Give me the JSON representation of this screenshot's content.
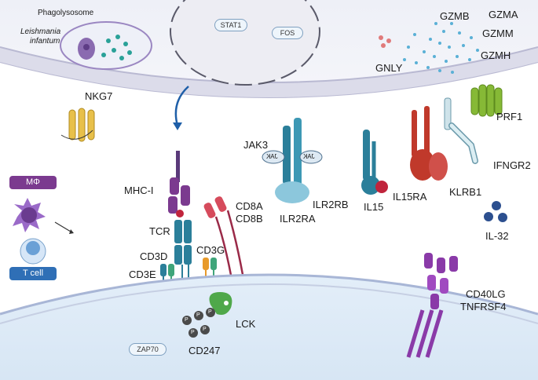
{
  "labels": {
    "phagolysosome": "Phagolysosome",
    "leishmania_line1": "Leishmania",
    "leishmania_line2": "infantum",
    "stat1": "STAT1",
    "fos": "FOS",
    "gzmb": "GZMB",
    "gzma": "GZMA",
    "gzmm": "GZMM",
    "gzmh": "GZMH",
    "gnly": "GNLY",
    "nkg7": "NKG7",
    "prf1": "PRF1",
    "jak3": "JAK3",
    "jak_box": "JAK",
    "mhc_i": "MHC-I",
    "mphi": "MΦ",
    "t_cell": "T cell",
    "tcr": "TCR",
    "cd8a": "CD8A",
    "cd8b": "CD8B",
    "il2rb": "ILR2RB",
    "il2ra": "ILR2RA",
    "il15": "IL15",
    "il15ra": "IL15RA",
    "klrb1": "KLRB1",
    "ifngr2": "IFNGR2",
    "il32": "IL-32",
    "cd3d": "CD3D",
    "cd3g": "CD3G",
    "cd3e": "CD3E",
    "lck": "LCK",
    "zap70": "ZAP70",
    "cd247": "CD247",
    "cd40lg": "CD40LG",
    "tnfrsf4": "TNFRSF4",
    "p": "P"
  },
  "colors": {
    "membrane": "#dcdcec",
    "cytoplasm": "#eaf3fb",
    "nucleus": "#f0f0f4",
    "purple": "#7b3a8f",
    "teal": "#2b7f9a",
    "red": "#c0392b",
    "green": "#86b936",
    "yellow": "#e8c04a"
  }
}
